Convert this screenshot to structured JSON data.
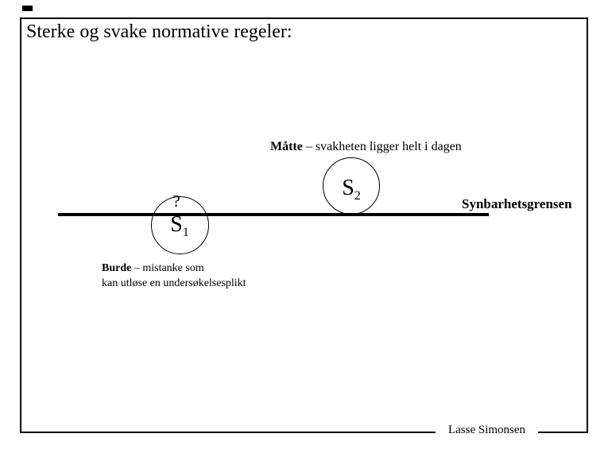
{
  "slide": {
    "title": "Sterke og svake normative regeler:",
    "footer": "Lasse Simonsen",
    "background": "#ffffff",
    "ink": "#000000"
  },
  "diagram": {
    "top_annotation": {
      "bold": "Måtte",
      "rest": " – svakheten ligger helt i dagen"
    },
    "bottom_annotation": {
      "bold": "Burde",
      "rest": " – mistanke som",
      "line2": "kan utløse en undersøkelsesplikt"
    },
    "boundary_label": "Synbarhetsgrensen",
    "circle1": {
      "mark": "?",
      "label": "S",
      "sub": "1"
    },
    "circle2": {
      "label": "S",
      "sub": "2"
    }
  }
}
